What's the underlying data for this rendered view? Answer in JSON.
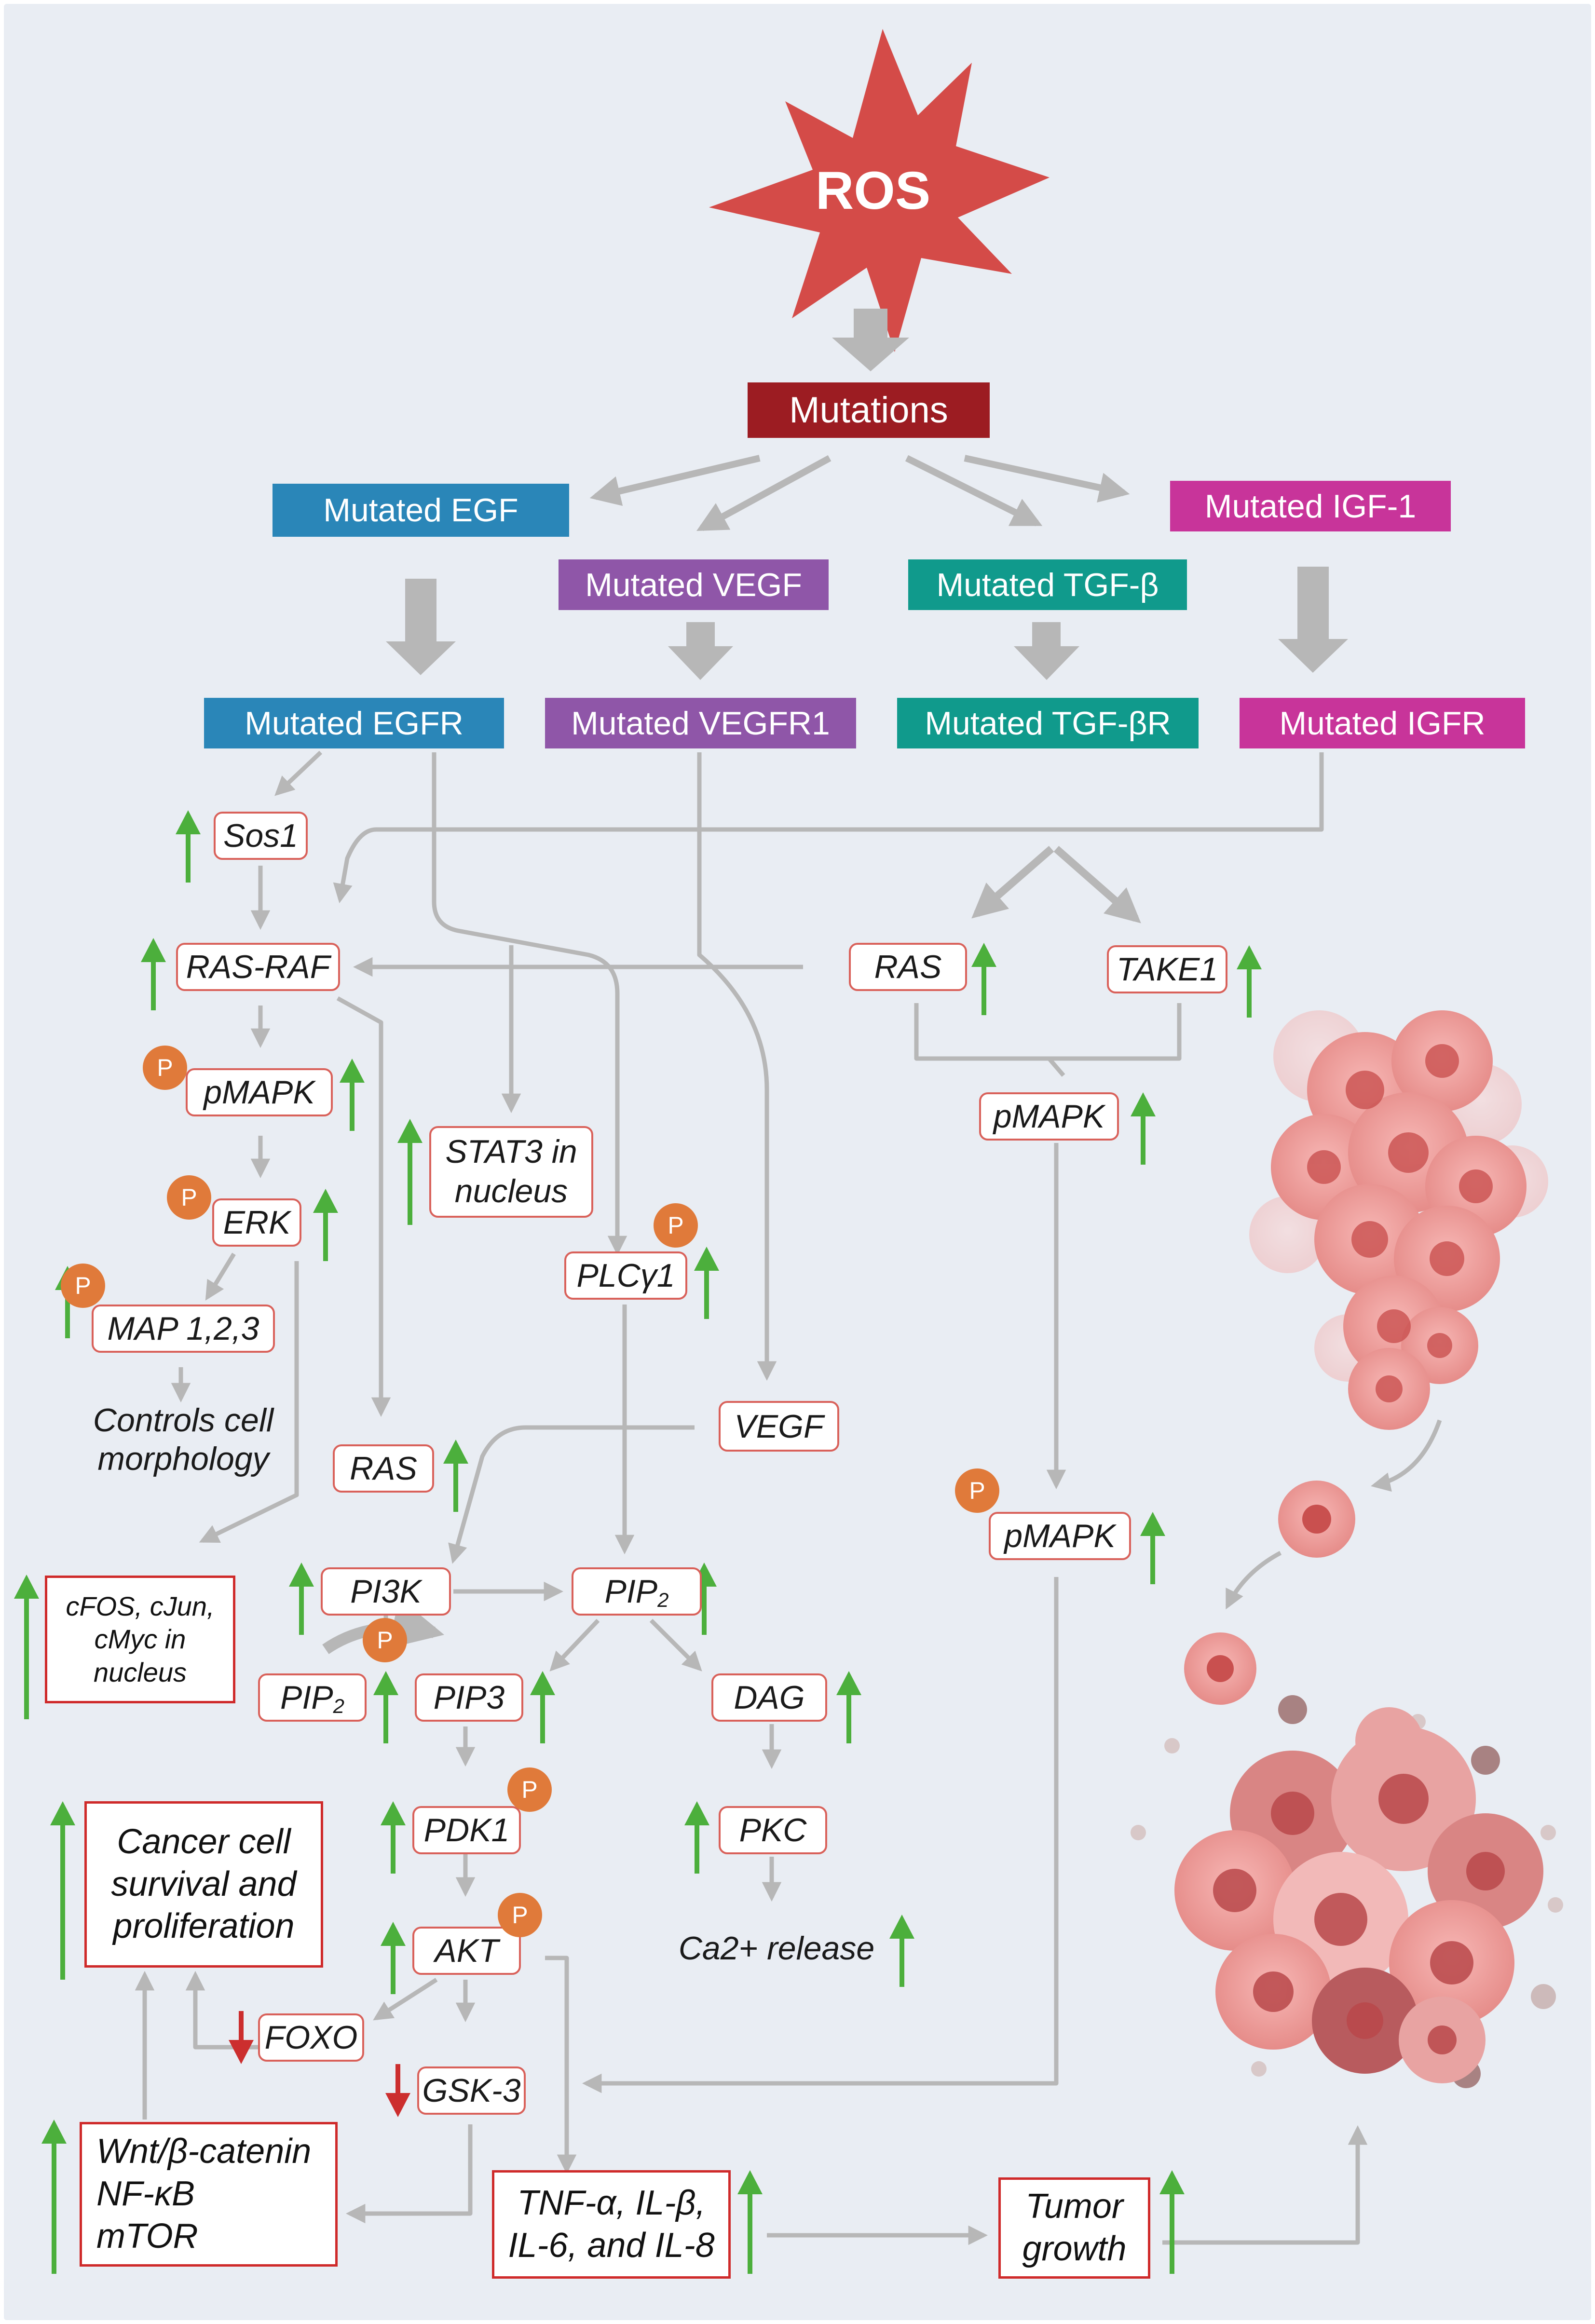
{
  "colors": {
    "background": "#e9edf3",
    "ros_star": "#d44b48",
    "mutations": "#9c1c22",
    "egf": "#2a86b8",
    "vegf": "#8f56a8",
    "tgf": "#109a8c",
    "igf": "#c8349a",
    "arrow": "#b7b7b7",
    "up_arrow": "#4caf3c",
    "down_arrow": "#cc2e2e",
    "phospho": "#e07a3a",
    "box_border": "#cf2a2a"
  },
  "ros": "ROS",
  "mutations": "Mutations",
  "ligands": {
    "egf": "Mutated EGF",
    "vegf": "Mutated VEGF",
    "tgf": "Mutated TGF-β",
    "igf": "Mutated IGF-1"
  },
  "receptors": {
    "egfr": "Mutated EGFR",
    "vegfr1": "Mutated VEGFR1",
    "tgfbr": "Mutated TGF-βR",
    "igfr": "Mutated IGFR"
  },
  "phospho_label": "P",
  "nodes": {
    "sos1": "Sos1",
    "ras_raf": "RAS-RAF",
    "pmapk_left": "pMAPK",
    "erk": "ERK",
    "map123": "MAP 1,2,3",
    "controls_line1": "Controls cell",
    "controls_line2": "morphology",
    "stat3_line1": "STAT3 in",
    "stat3_line2": "nucleus",
    "plcg1": "PLCγ1",
    "ras_right": "RAS",
    "take1": "TAKE1",
    "pmapk_right": "pMAPK",
    "pmapk_right2": "pMAPK",
    "vegf": "VEGF",
    "ras_mid": "RAS",
    "pi3k": "PI3K",
    "pip2_mid_base": "PIP",
    "pip2_left_base": "PIP",
    "pip2_sub": "2",
    "pip3": "PIP3",
    "dag": "DAG",
    "pkc": "PKC",
    "ca2": "Ca2+ release",
    "pdk1": "PDK1",
    "akt": "AKT",
    "foxo": "FOXO",
    "gsk3": "GSK-3"
  },
  "boxes": {
    "cfos_line1": "cFOS, cJun,",
    "cfos_line2": "cMyc in",
    "cfos_line3": "nucleus",
    "survival_line1": "Cancer cell",
    "survival_line2": "survival and",
    "survival_line3": "proliferation",
    "wnt_line1": "Wnt/β-catenin",
    "wnt_line2": "NF-κB",
    "wnt_line3": "mTOR",
    "tnf_line1": "TNF-α, IL-β,",
    "tnf_line2": "IL-6, and IL-8",
    "tumor_line1": "Tumor",
    "tumor_line2": "growth"
  }
}
